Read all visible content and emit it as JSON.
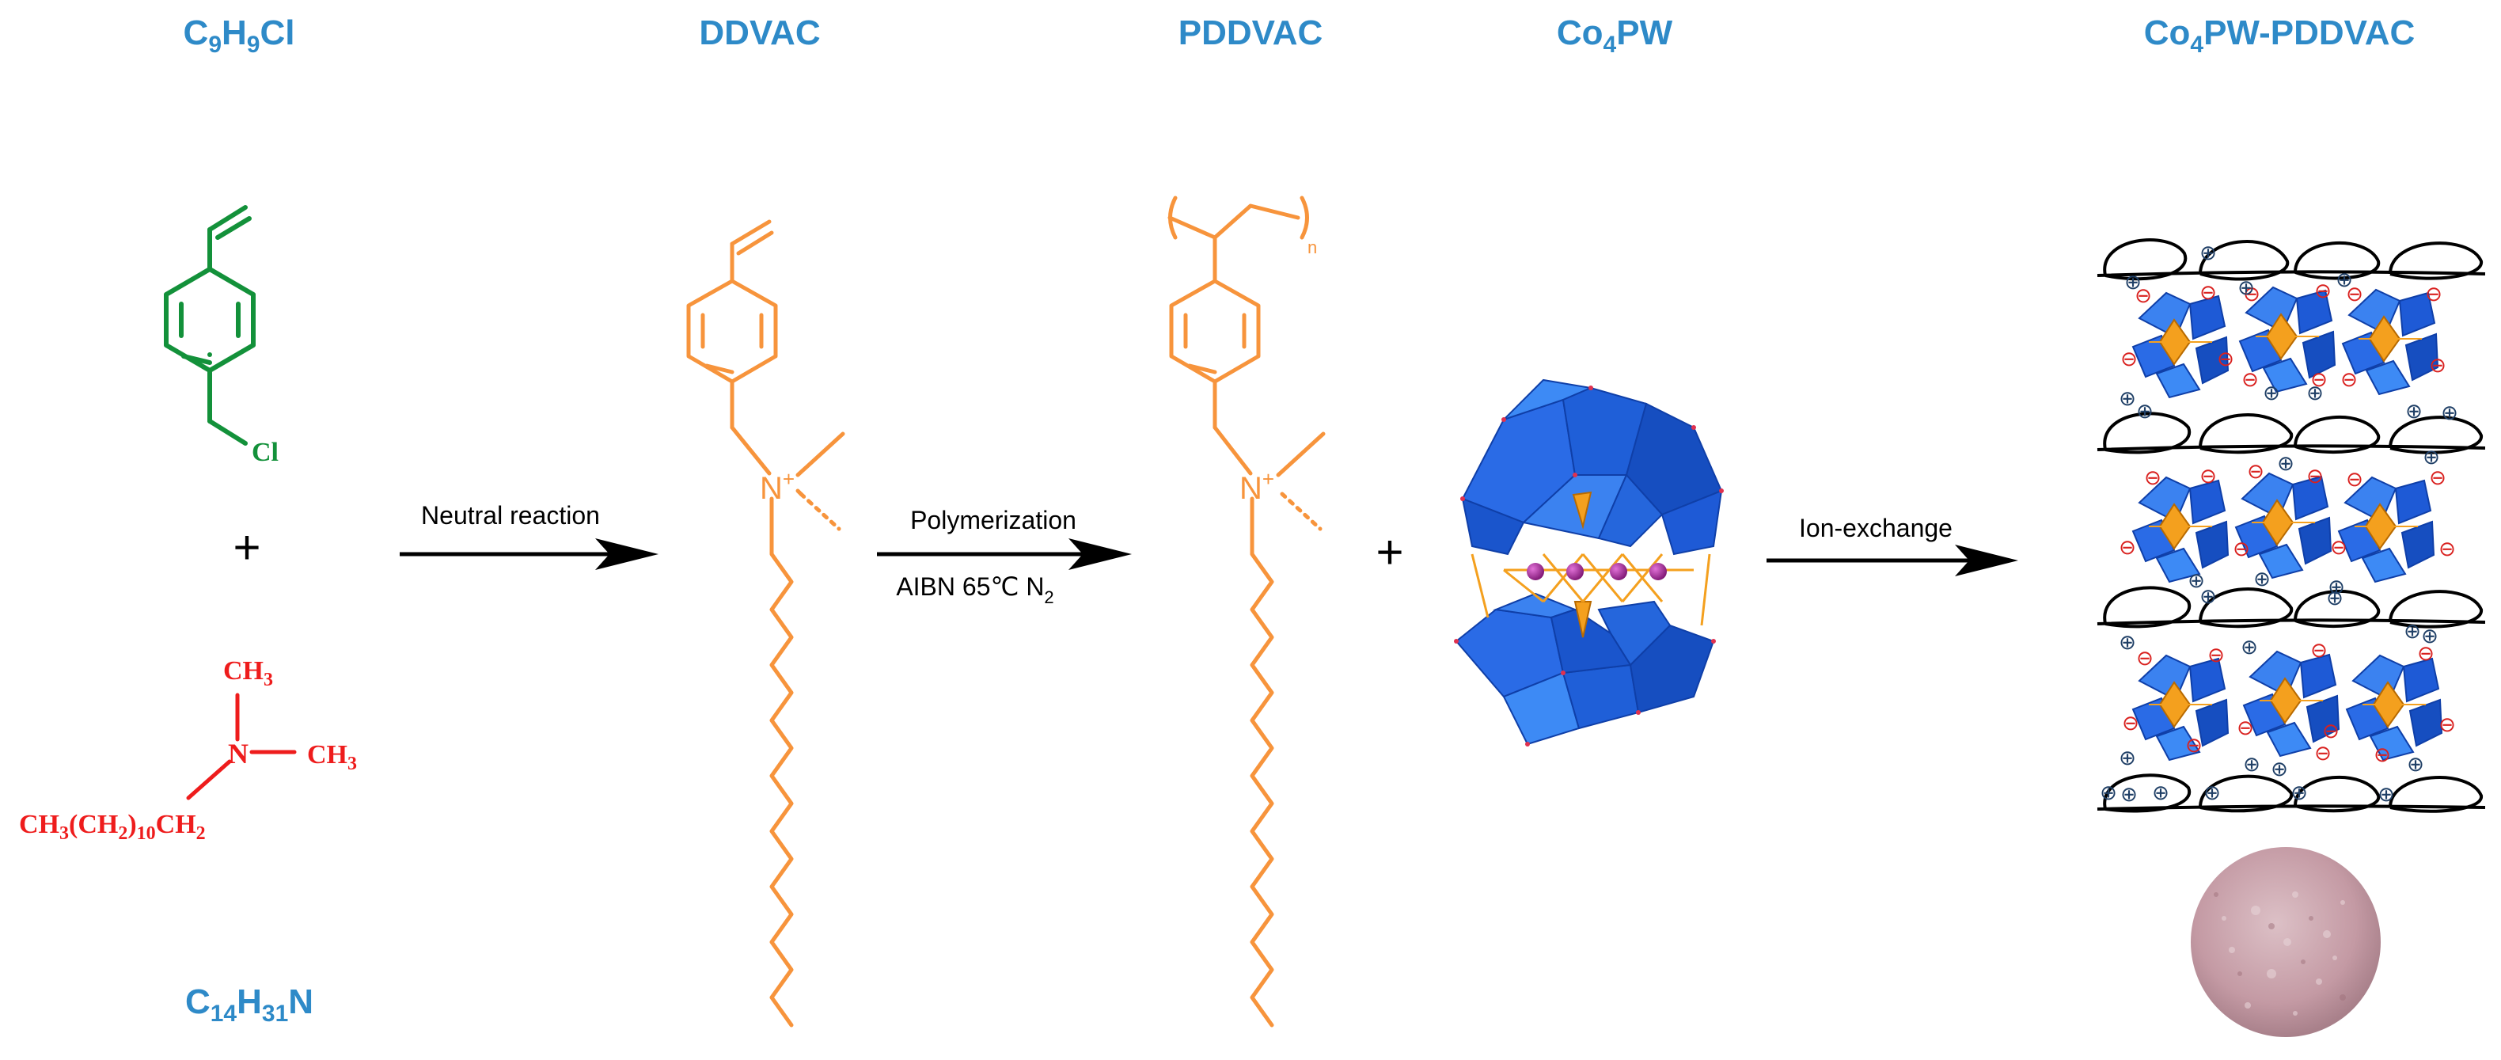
{
  "colors": {
    "header": "#2e8ac8",
    "chloride": "#13913a",
    "amine": "#ee1c1c",
    "monomer": "#f7943c",
    "poly_blue": "#1f5fd8",
    "poly_orange": "#f4a01e",
    "cobalt": "#9b1f8f",
    "anion": "#d9211f",
    "cation": "#1f3f66",
    "powder": "#c7a2ab"
  },
  "headers": {
    "c9h9cl": {
      "main": "C",
      "s1": "9",
      "m2": "H",
      "s2": "9",
      "m3": "Cl"
    },
    "ddvac": "DDVAC",
    "pddvac": "PDDVAC",
    "co4pw": {
      "main": "Co",
      "s1": "4",
      "m2": "PW"
    },
    "composite": {
      "main": "Co",
      "s1": "4",
      "m2": "PW-PDDVAC"
    },
    "c14h31n": {
      "main": "C",
      "s1": "14",
      "m2": "H",
      "s2": "31",
      "m3": "N"
    }
  },
  "structures": {
    "chloride_label": "Cl",
    "amine": {
      "ch3_top": {
        "main": "CH",
        "sub": "3"
      },
      "n": "N",
      "ch3_right": {
        "main": "CH",
        "sub": "3"
      },
      "chain": {
        "p1": "CH",
        "s1": "3",
        "p2": "(CH",
        "s2": "2",
        "p3": ")",
        "s3": "10",
        "p4": "CH",
        "s4": "2"
      }
    },
    "n_plus": "N",
    "plus_sign": "+",
    "polymer_n": "n"
  },
  "arrows": {
    "neutral": "Neutral reaction",
    "polymerization": "Polymerization",
    "conditions": {
      "main": "AIBN 65℃ N",
      "sub": "2"
    },
    "ion_exchange": "Ion-exchange"
  },
  "symbols": {
    "plus": "+",
    "anion": "⊖",
    "cation": "⊕"
  }
}
